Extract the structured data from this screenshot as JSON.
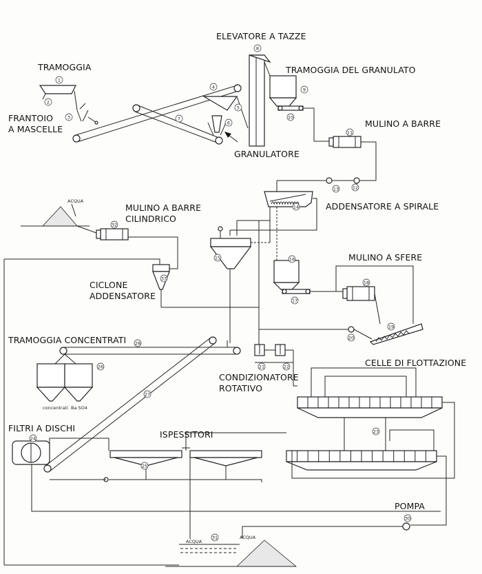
{
  "labels": {
    "elevatore": "ELEVATORE A TAZZE",
    "tramoggia": "TRAMOGGIA",
    "tramoggia_granulato": "TRAMOGGIA DEL GRANULATO",
    "frantoio": "FRANTOIO\nA MASCELLE",
    "mulino_barre": "MULINO A BARRE",
    "granulatore": "GRANULATORE",
    "addensatore_spirale": "ADDENSATORE A SPIRALE",
    "mulino_cilindrico": "MULINO A BARRE\nCILINDRICO",
    "mulino_sfere": "MULINO A SFERE",
    "ciclone": "CICLONE\nADDENSATORE",
    "tramoggia_concentrati": "TRAMOGGIA CONCENTRATI",
    "condizionatore": "CONDIZIONATORE\nROTATIVO",
    "celle": "CELLE DI FLOTTAZIONE",
    "filtri": "FILTRI A DISCHI",
    "ispessitori": "ISPESSITORI",
    "pompa": "POMPA"
  },
  "small": {
    "acqua_top": "ACQUA",
    "acqua_bottom_1": "ACQUA",
    "acqua_bottom_2": "ACQUA",
    "concentrati": "concentrati  Ba SO4"
  },
  "numbers": [
    "1",
    "2",
    "3",
    "4",
    "5",
    "6",
    "7",
    "8",
    "9",
    "10",
    "11",
    "12",
    "13",
    "14",
    "15",
    "16",
    "17",
    "18",
    "19",
    "20",
    "21",
    "22",
    "23",
    "24",
    "25",
    "26",
    "27",
    "28",
    "30",
    "31",
    "32",
    "33"
  ]
}
